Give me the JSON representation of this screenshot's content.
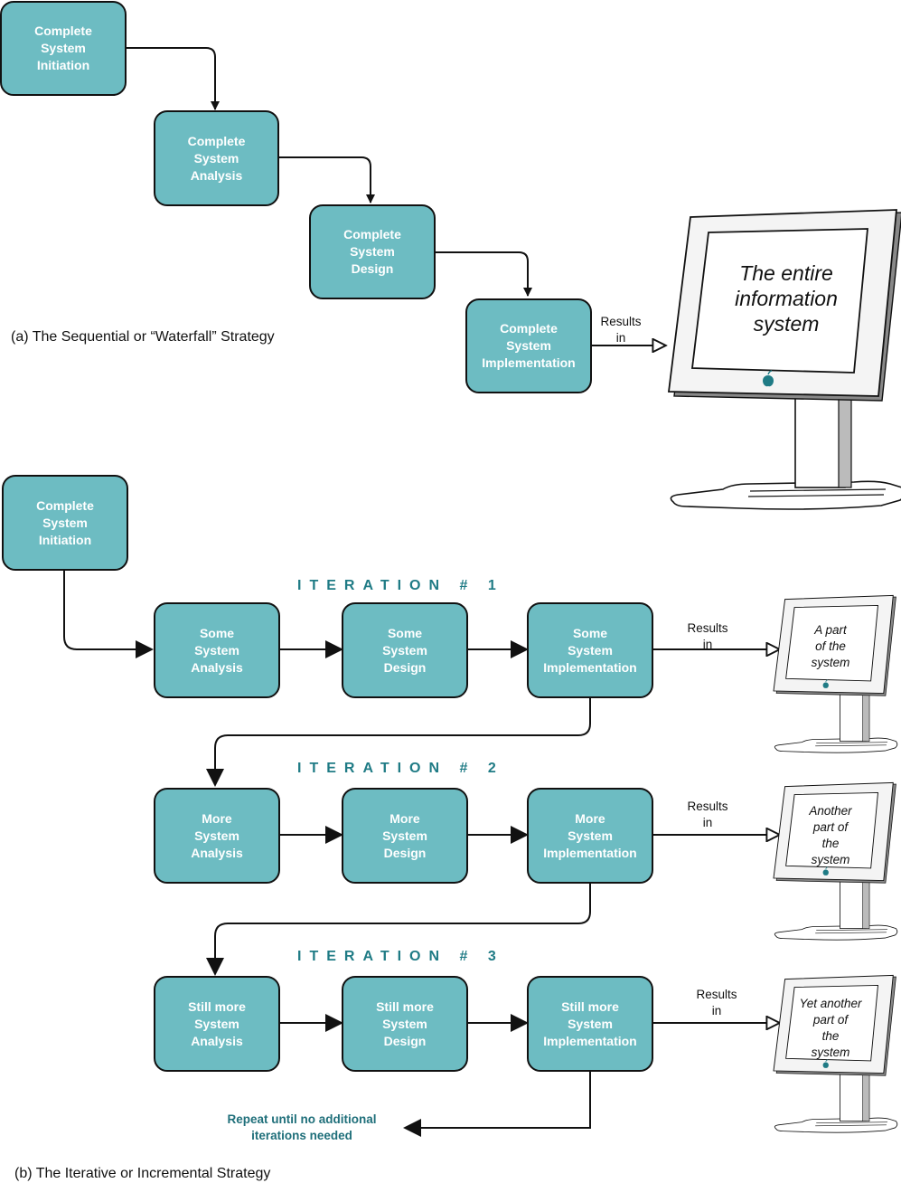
{
  "sequential": {
    "caption": "(a) The Sequential or “Waterfall” Strategy",
    "steps": [
      "Complete\nSystem\nInitiation",
      "Complete\nSystem\nAnalysis",
      "Complete\nSystem\nDesign",
      "Complete\nSystem\nImplementation"
    ],
    "results_label": "Results\nin",
    "outcome": "The entire\ninformation\nsystem"
  },
  "iterative": {
    "caption": "(b) The Iterative or Incremental Strategy",
    "initiation": "Complete\nSystem\nInitiation",
    "iterations": [
      {
        "label": "ITERATION # 1",
        "steps": [
          "Some\nSystem\nAnalysis",
          "Some\nSystem\nDesign",
          "Some\nSystem\nImplementation"
        ],
        "results_label": "Results\nin",
        "outcome": "A part\nof the\nsystem"
      },
      {
        "label": "ITERATION # 2",
        "steps": [
          "More\nSystem\nAnalysis",
          "More\nSystem\nDesign",
          "More\nSystem\nImplementation"
        ],
        "results_label": "Results\nin",
        "outcome": "Another\npart of\nthe\nsystem"
      },
      {
        "label": "ITERATION # 3",
        "steps": [
          "Still more\nSystem\nAnalysis",
          "Still more\nSystem\nDesign",
          "Still more\nSystem\nImplementation"
        ],
        "results_label": "Results\nin",
        "outcome": "Yet another\npart of\nthe\nsystem"
      }
    ],
    "repeat_note": "Repeat until no additional\niterations needed"
  },
  "colors": {
    "box_fill": "#6dbcc2",
    "iteration_label": "#1f7b85",
    "repeat_note": "#1f6f7a"
  }
}
